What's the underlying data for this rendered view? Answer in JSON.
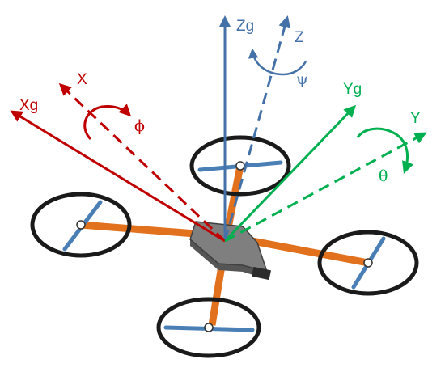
{
  "axes": {
    "xg": {
      "label": "Xg",
      "color": "#c00000"
    },
    "x": {
      "label": "X",
      "color": "#c00000"
    },
    "yg": {
      "label": "Yg",
      "color": "#00b050"
    },
    "y": {
      "label": "Y",
      "color": "#00b050"
    },
    "zg": {
      "label": "Zg",
      "color": "#4472a8"
    },
    "z": {
      "label": "Z",
      "color": "#4472a8"
    }
  },
  "angles": {
    "phi": {
      "label": "ϕ",
      "color": "#c00000"
    },
    "theta": {
      "label": "θ",
      "color": "#00b050"
    },
    "psi": {
      "label": "ψ",
      "color": "#4472a8"
    }
  },
  "drone": {
    "arm_color": "#e2711d",
    "body_color": "#7f7f7f",
    "ring_color": "#1a1a1a",
    "blade_color": "#4a7fb5"
  }
}
